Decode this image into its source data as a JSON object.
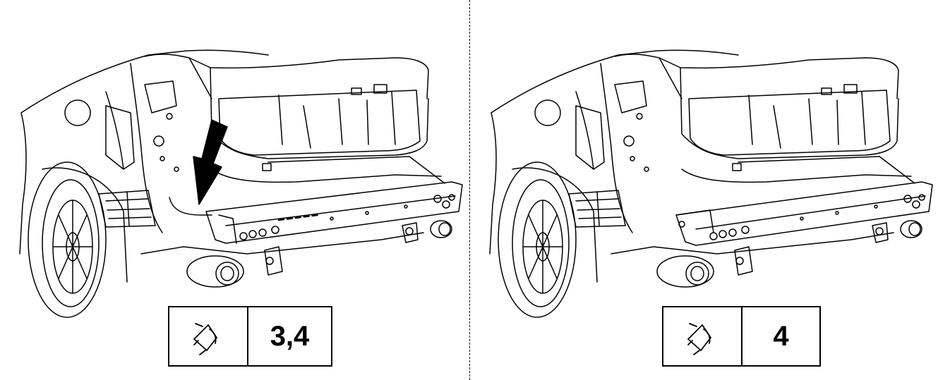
{
  "panels": [
    {
      "id": "left",
      "legend": {
        "icon": "eye-view-icon",
        "reference": "3,4"
      },
      "callout": "arrow-down-icon"
    },
    {
      "id": "right",
      "legend": {
        "icon": "eye-view-icon",
        "reference": "4"
      }
    }
  ],
  "colors": {
    "line": "#000000",
    "background": "#ffffff"
  }
}
